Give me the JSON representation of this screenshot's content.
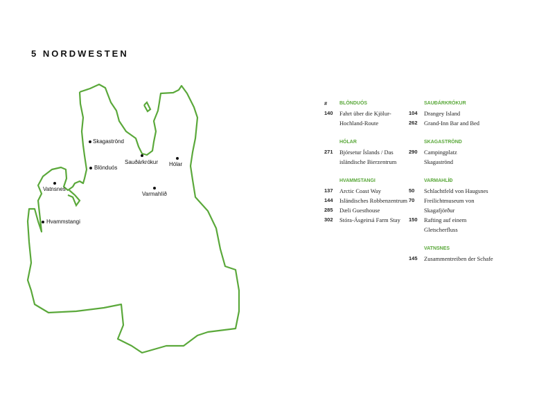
{
  "title": "5 NORDWESTEN",
  "map": {
    "stroke_color": "#5aa83a",
    "places": [
      "Skagaströnd",
      "Blönduós",
      "Sauðárkrókur",
      "Hólar",
      "Vatnsnes",
      "Varmahlíð",
      "Hvammstangi"
    ]
  },
  "index": {
    "hash": "#",
    "groups": [
      {
        "name": "BLÖNDUÓS",
        "items": [
          {
            "num": "140",
            "text": "Fahrt über die Kjölur-Hochland-Route"
          }
        ]
      },
      {
        "name": "HÓLAR",
        "items": [
          {
            "num": "271",
            "text": "Bjórsetur Íslands / Das isländische Bierzentrum"
          }
        ]
      },
      {
        "name": "HVAMMSTANGI",
        "items": [
          {
            "num": "137",
            "text": "Arctic Coast Way"
          },
          {
            "num": "144",
            "text": "Isländisches Robbenzentrum"
          },
          {
            "num": "285",
            "text": "Dæli Guesthouse"
          },
          {
            "num": "302",
            "text": "Stóra-Ásgeirsá Farm Stay"
          }
        ]
      },
      {
        "name": "SAUÐÁRKRÓKUR",
        "items": [
          {
            "num": "104",
            "text": "Drangey Island"
          },
          {
            "num": "262",
            "text": "Grand-Inn Bar and Bed"
          }
        ]
      },
      {
        "name": "SKAGASTRÖND",
        "items": [
          {
            "num": "290",
            "text": "Campingplatz Skagaströnd"
          }
        ]
      },
      {
        "name": "VARMAHLÍÐ",
        "items": [
          {
            "num": "50",
            "text": "Schlachtfeld von Haugsnes"
          },
          {
            "num": "70",
            "text": "Freilichtmuseum von Skagafjörður"
          },
          {
            "num": "150",
            "text": "Rafting auf einem Gletscherfluss"
          }
        ]
      },
      {
        "name": "VATNSNES",
        "items": [
          {
            "num": "145",
            "text": "Zusammentreiben der Schafe"
          }
        ]
      }
    ]
  }
}
